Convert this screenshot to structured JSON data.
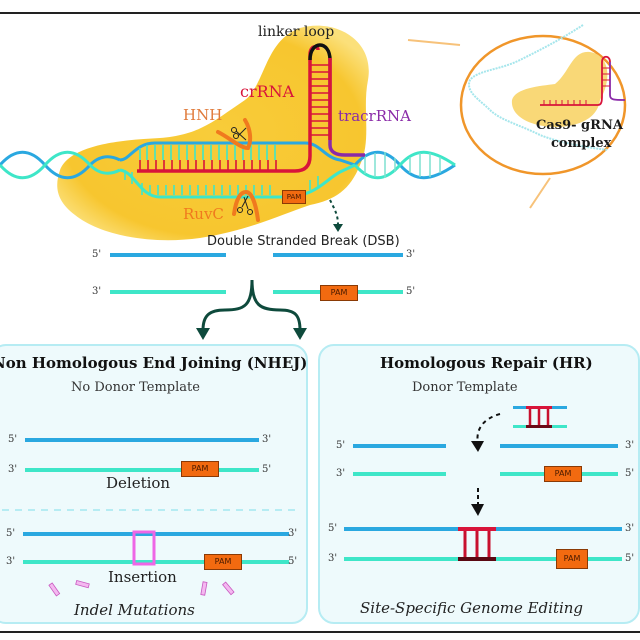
{
  "title": "CRISPR-Cas9 genome editing mechanism",
  "cas9_diagram": {
    "labels": {
      "linker_loop": "linker loop",
      "crRNA": "crRNA",
      "tracrRNA": "tracrRNA",
      "HNH": "HNH",
      "RuvC": "RuvC",
      "pam": "PAM"
    }
  },
  "inset": {
    "label_line1": "Cas9- gRNA",
    "label_line2": "complex"
  },
  "dsb": {
    "title": "Double Stranded Break (DSB)",
    "left_top_end": "5'",
    "left_bottom_end": "3'",
    "right_top_end": "3'",
    "right_bottom_end": "5'",
    "pam": "PAM"
  },
  "nhej": {
    "title": "Non Homologous End Joining (NHEJ)",
    "subtitle": "No Donor Template",
    "deletion_label": "Deletion",
    "insertion_label": "Insertion",
    "outcome": "Indel Mutations",
    "end_5": "5'",
    "end_3": "3'",
    "pam": "PAM"
  },
  "hr": {
    "title": "Homologous Repair (HR)",
    "subtitle": "Donor Template",
    "outcome": "Site-Specific Genome Editing",
    "end_5": "5'",
    "end_3": "3'",
    "pam": "PAM"
  },
  "colors": {
    "cas9": "#f7c62f",
    "dna_top": "#2aa8e0",
    "dna_bottom": "#3ee6c8",
    "crRNA": "#d8143a",
    "tracrRNA": "#8a2aa8",
    "nuclease": "#f07a1e",
    "pam": "#f26a10",
    "insertion": "#ee66e6",
    "edit": "#c8102e",
    "arrow": "#0e4a3c"
  }
}
